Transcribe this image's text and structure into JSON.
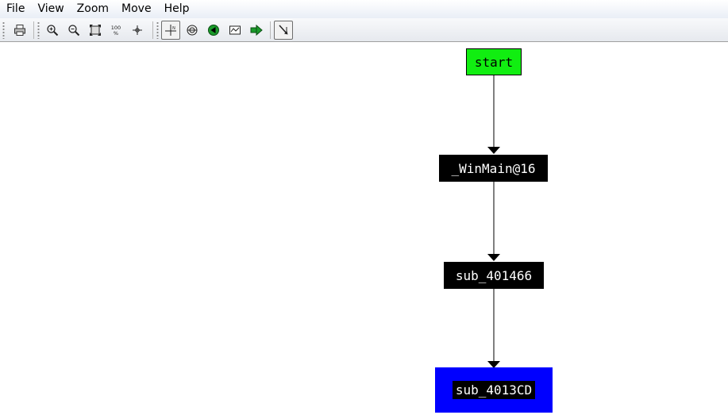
{
  "menu": [
    "File",
    "View",
    "Zoom",
    "Move",
    "Help"
  ],
  "toolbar": {
    "buttons": [
      {
        "name": "print-icon",
        "pressed": false
      },
      {
        "name": "zoom-in-icon",
        "pressed": false
      },
      {
        "name": "zoom-out-icon",
        "pressed": false
      },
      {
        "name": "fit-window-icon",
        "pressed": false
      },
      {
        "name": "zoom-100-icon",
        "pressed": false
      },
      {
        "name": "center-icon",
        "pressed": false
      },
      {
        "name": "layout-icon",
        "pressed": true
      },
      {
        "name": "overview-icon",
        "pressed": false
      },
      {
        "name": "back-icon",
        "pressed": false
      },
      {
        "name": "graph-icon",
        "pressed": false
      },
      {
        "name": "forward-icon",
        "pressed": false
      },
      {
        "name": "edge-follow-icon",
        "pressed": true
      }
    ],
    "zoom_100_label": "100"
  },
  "graph": {
    "nodes": [
      {
        "id": "start",
        "label": "start",
        "style": "start"
      },
      {
        "id": "winmain",
        "label": "_WinMain@16",
        "style": "black"
      },
      {
        "id": "sub466",
        "label": "sub_401466",
        "style": "black"
      },
      {
        "id": "sub3cd",
        "label": "sub_4013CD",
        "style": "selected"
      }
    ],
    "edges": [
      [
        "start",
        "winmain"
      ],
      [
        "winmain",
        "sub466"
      ],
      [
        "sub466",
        "sub3cd"
      ]
    ],
    "colors": {
      "start_fill": "#11ee11",
      "node_fill": "#000000",
      "selection": "#0000ff"
    }
  }
}
